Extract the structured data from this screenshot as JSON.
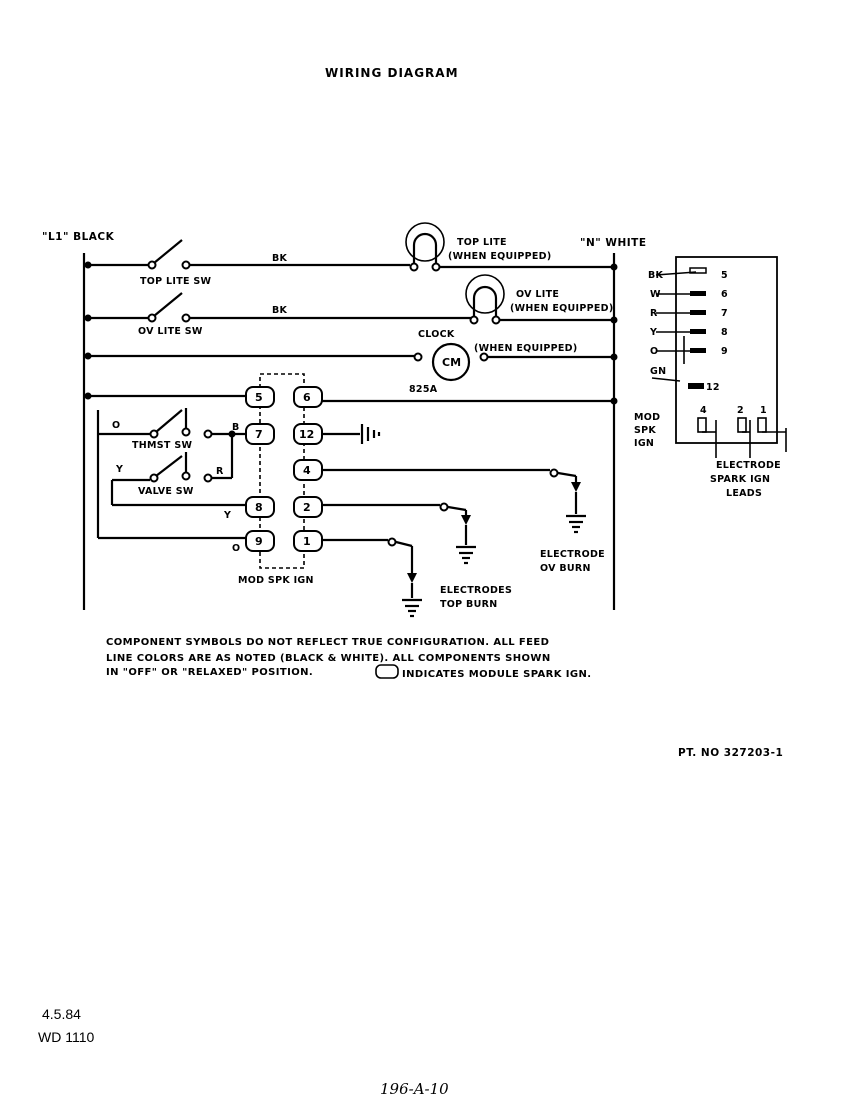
{
  "title": "WIRING DIAGRAM",
  "supply": {
    "l1": "\"L1\" BLACK",
    "n": "\"N\" WHITE"
  },
  "components": {
    "top_lite": {
      "name": "TOP LITE",
      "note": "(WHEN EQUIPPED)"
    },
    "ov_lite": {
      "name": "OV LITE",
      "note": "(WHEN EQUIPPED)"
    },
    "clock": {
      "name": "CLOCK",
      "note": "(WHEN EQUIPPED)",
      "symbol": "CM",
      "wire_label": "825A"
    },
    "top_lite_sw": "TOP LITE SW",
    "ov_lite_sw": "OV LITE SW",
    "thmst_sw": "THMST SW",
    "valve_sw": "VALVE SW",
    "mod_spk_ign": "MOD SPK IGN",
    "electrodes_top_burn": [
      "ELECTRODES",
      "TOP BURN"
    ],
    "electrode_ov_burn": [
      "ELECTRODE",
      "OV BURN"
    ]
  },
  "wire_colors": {
    "bk1": "BK",
    "bk2": "BK",
    "o1": "O",
    "b": "B",
    "y1": "Y",
    "r": "R",
    "y2": "Y",
    "o2": "O"
  },
  "module_terminals": {
    "left": [
      "5",
      "7",
      "8",
      "9"
    ],
    "right": [
      "6",
      "12",
      "4",
      "2",
      "1"
    ]
  },
  "module_detail": {
    "rows": [
      {
        "color": "BK",
        "pin": "5"
      },
      {
        "color": "W",
        "pin": "6"
      },
      {
        "color": "R",
        "pin": "7"
      },
      {
        "color": "Y",
        "pin": "8"
      },
      {
        "color": "O",
        "pin": "9"
      },
      {
        "color": "GN",
        "pin": "12"
      }
    ],
    "side_label": [
      "MOD",
      "SPK",
      "IGN"
    ],
    "lead_pins": [
      "4",
      "2",
      "1"
    ],
    "leads_label": [
      "ELECTRODE",
      "SPARK IGN",
      "LEADS"
    ]
  },
  "notes": [
    "COMPONENT SYMBOLS DO NOT REFLECT TRUE CONFIGURATION.  ALL FEED",
    "LINE COLORS ARE AS NOTED (BLACK & WHITE).  ALL COMPONENTS SHOWN",
    "IN \"OFF\" OR \"RELAXED\" POSITION."
  ],
  "notes_symbol_text": "INDICATES MODULE SPARK IGN.",
  "part_no": "PT. NO 327203-1",
  "date": "4.5.84",
  "doc_code": "WD 1110",
  "handwritten": "196-A-10"
}
